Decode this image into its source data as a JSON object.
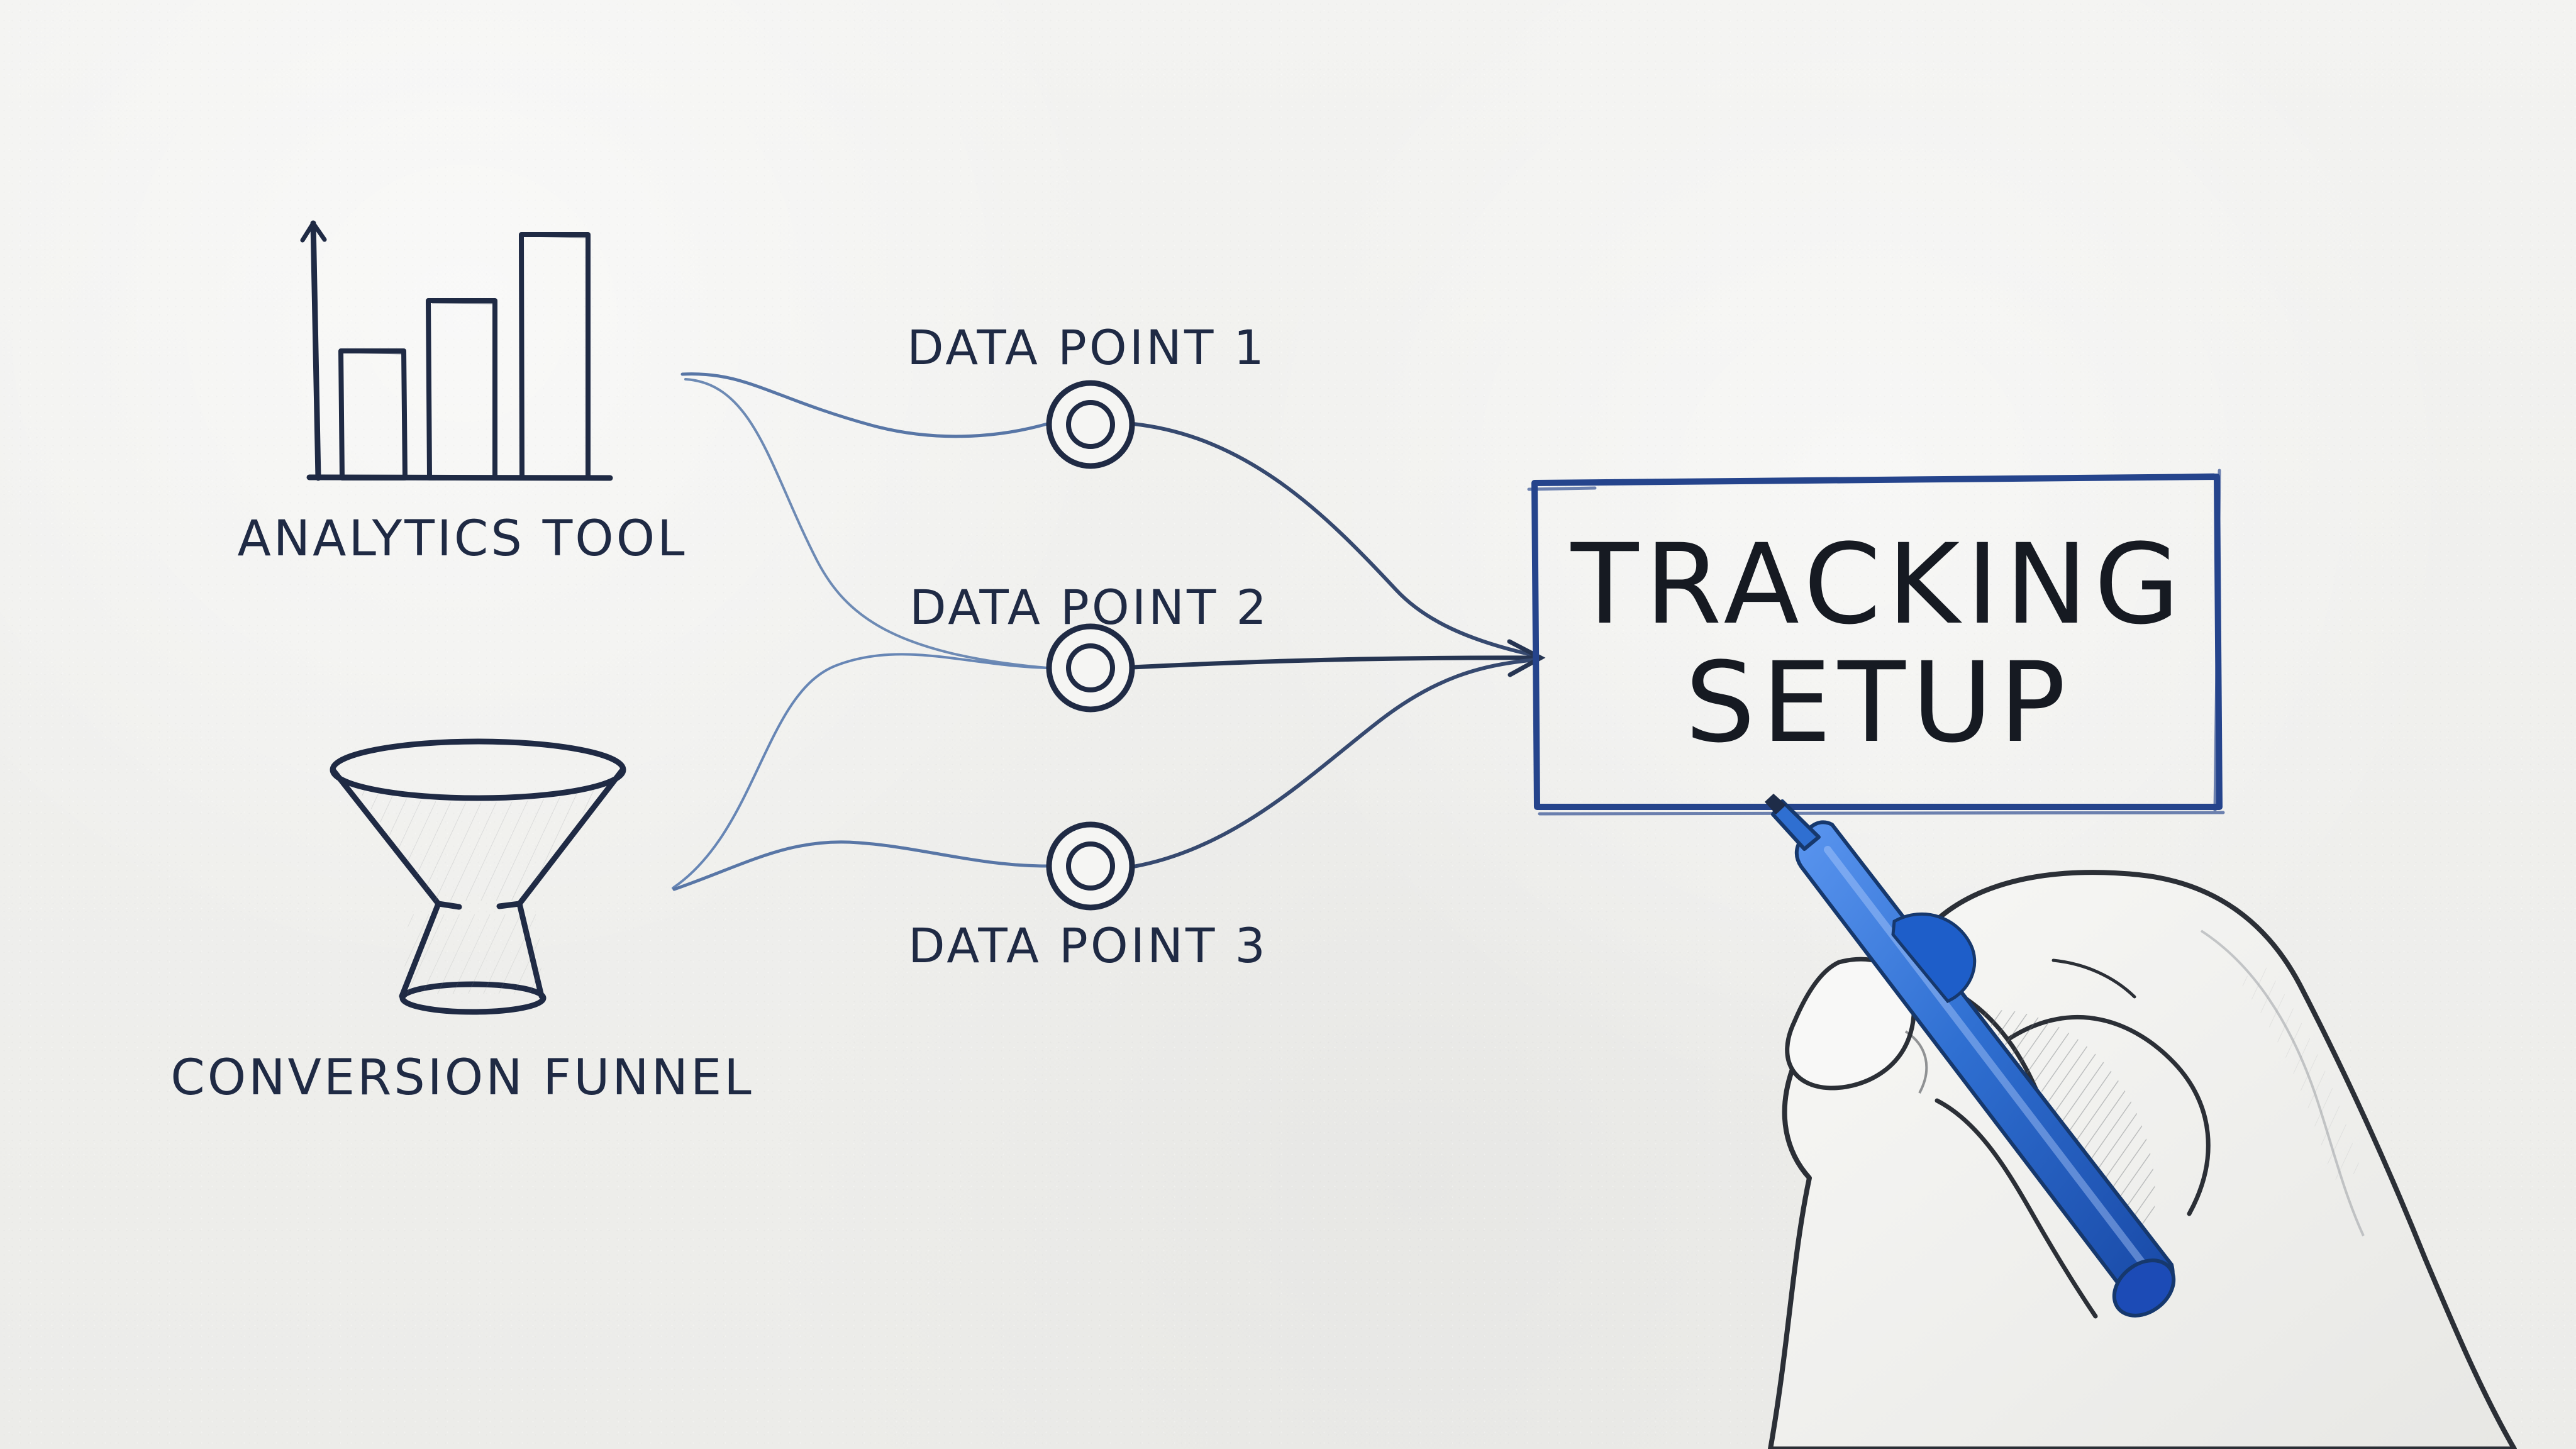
{
  "labels": {
    "analytics_tool": "ANALYTICS TOOL",
    "conversion_funnel": "CONVERSION FUNNEL",
    "data_point_1": "DATA POINT 1",
    "data_point_2": "DATA POINT 2",
    "data_point_3": "DATA POINT 3",
    "tracking_line_1": "TRACKING",
    "tracking_line_2": "SETUP"
  },
  "colors": {
    "paper": "#efefed",
    "ink": "#1f2a44",
    "blue_ink": "#25448c",
    "pen_blue": "#2f6fd1"
  },
  "icons": {
    "analytics": "bar-chart-icon",
    "funnel": "conversion-funnel-icon",
    "node": "data-point-node-icon",
    "hand": "hand-with-pen"
  }
}
